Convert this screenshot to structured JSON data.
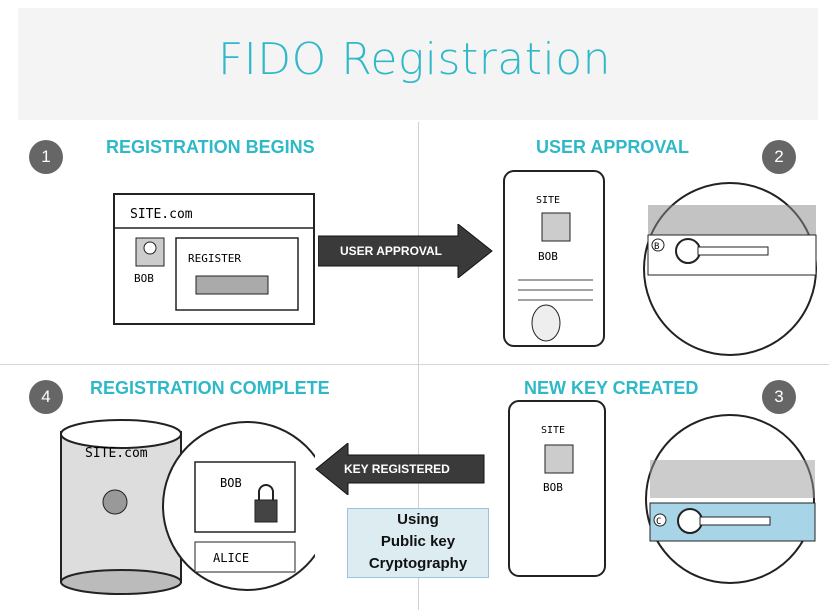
{
  "title": "FIDO Registration",
  "steps": [
    {
      "number": "1",
      "heading": "REGISTRATION BEGINS"
    },
    {
      "number": "2",
      "heading": "USER APPROVAL"
    },
    {
      "number": "3",
      "heading": "NEW KEY CREATED"
    },
    {
      "number": "4",
      "heading": "REGISTRATION COMPLETE"
    }
  ],
  "arrows": {
    "forward": "USER APPROVAL",
    "back": "KEY REGISTERED"
  },
  "note": {
    "line1": "Using",
    "line2": "Public key",
    "line3": "Cryptography"
  },
  "sketch": {
    "site": "SITE.com",
    "site_short": "SITE",
    "user": "BOB",
    "register": "REGISTER",
    "other_user": "ALICE",
    "key_badge_b": "B",
    "key_badge_c": "C"
  },
  "colors": {
    "accent": "#2fb8c8",
    "step_badge": "#666666",
    "note_bg": "#dcecf0"
  }
}
